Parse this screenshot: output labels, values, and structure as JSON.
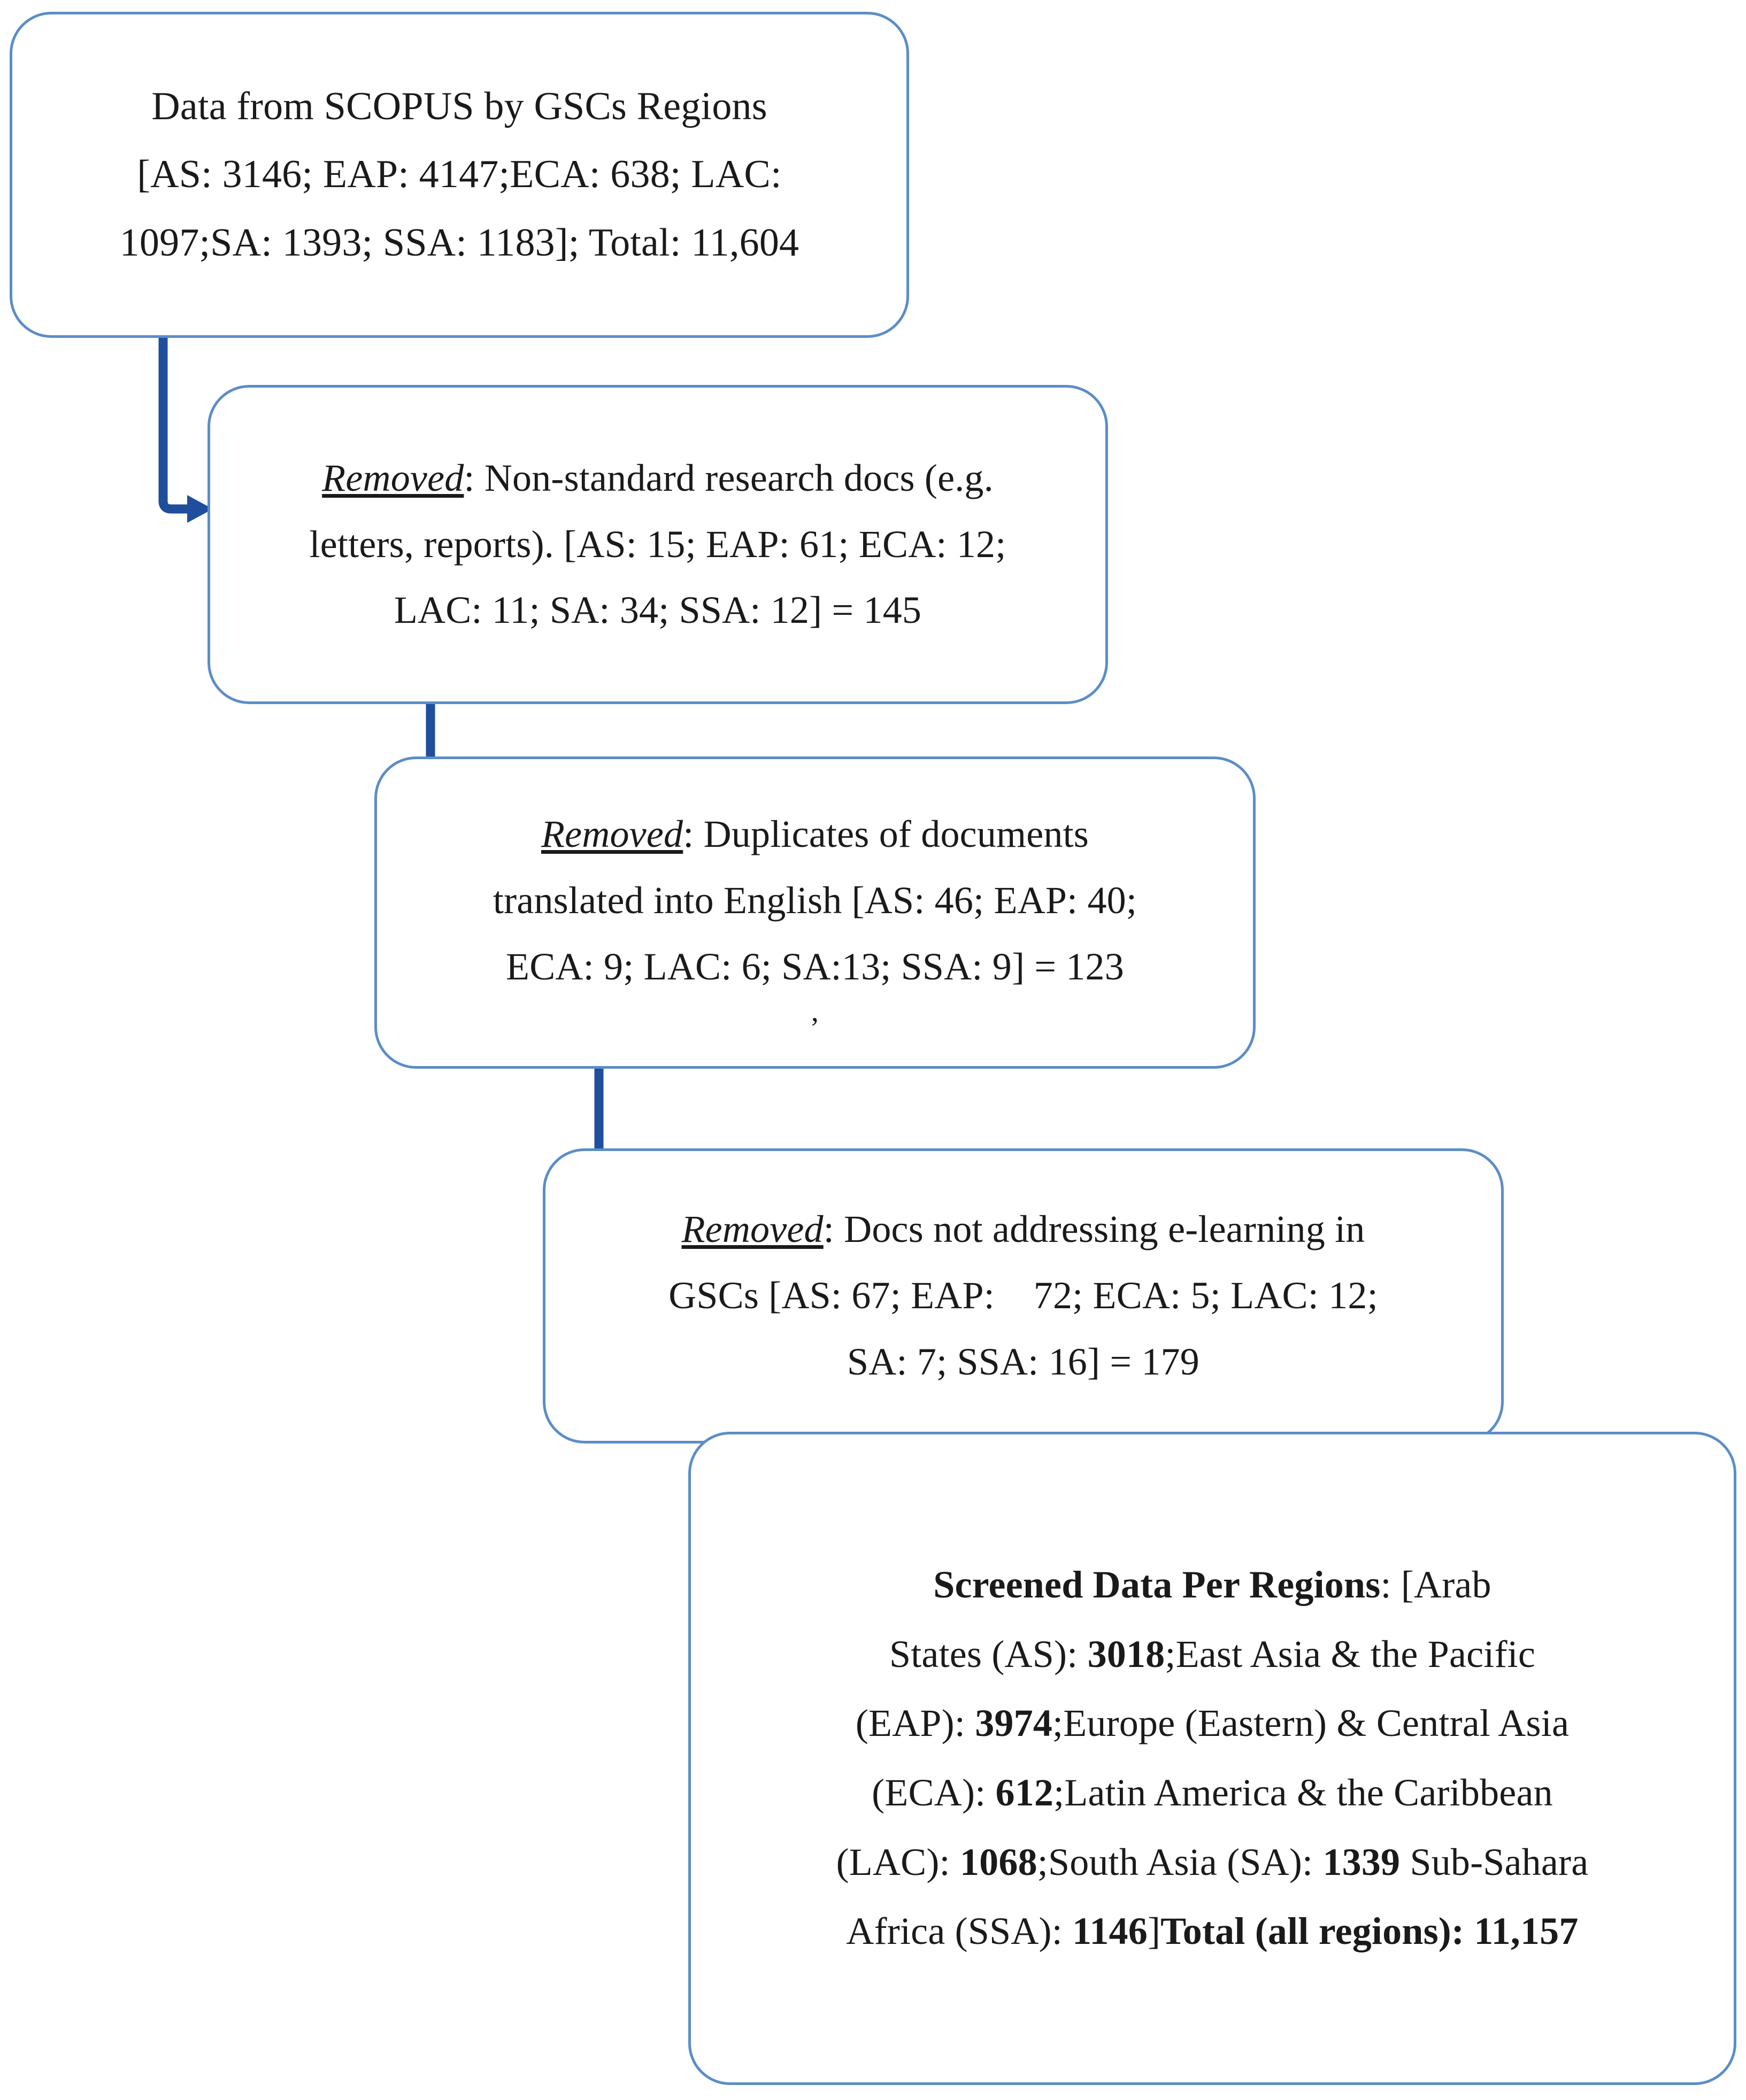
{
  "diagram": {
    "type": "flowchart",
    "title": "Data screening flow for SCOPUS records by GSCs regions",
    "colors": {
      "node_border": "#5B8DC8",
      "node_fill": "#FFFFFF",
      "connector": "#1F4E9C",
      "text": "#1A1A1A"
    },
    "nodes": [
      {
        "id": "source-data",
        "name": "Data from SCOPUS by GSCs Regions",
        "line1": "Data from SCOPUS by GSCs Regions",
        "line2": "[AS: 3146; EAP: 4147;ECA: 638;   LAC:",
        "line3": "1097;SA: 1393; SSA: 1183]; Total: 11,604",
        "regions": {
          "AS": 3146,
          "EAP": 4147,
          "ECA": 638,
          "LAC": 1097,
          "SA": 1393,
          "SSA": 1183
        },
        "total": "11,604"
      },
      {
        "id": "removed-non-standard",
        "label": "Removed",
        "line1_rest": ": Non-standard research docs (e.g.",
        "line2": "letters, reports). [AS: 15; EAP: 61; ECA: 12;",
        "line3": "LAC: 11; SA: 34; SSA: 12] = 145",
        "regions": {
          "AS": 15,
          "EAP": 61,
          "ECA": 12,
          "LAC": 11,
          "SA": 34,
          "SSA": 12
        },
        "total": 145
      },
      {
        "id": "removed-duplicates",
        "label": "Removed",
        "line1_rest": ": Duplicates of documents",
        "line2": "translated into English [AS: 46; EAP: 40;",
        "line3": "ECA: 9; LAC: 6; SA:13; SSA: 9] = 123",
        "line4": ",",
        "regions": {
          "AS": 46,
          "EAP": 40,
          "ECA": 9,
          "LAC": 6,
          "SA": 13,
          "SSA": 9
        },
        "total": 123
      },
      {
        "id": "removed-not-elearning",
        "label": "Removed",
        "line1_rest": ": Docs not addressing e-learning in",
        "line2": "GSCs [AS: 67; EAP:    72; ECA: 5; LAC: 12;",
        "line3": "SA: 7; SSA: 16] = 179",
        "regions": {
          "AS": 67,
          "EAP": 72,
          "ECA": 5,
          "LAC": 12,
          "SA": 7,
          "SSA": 16
        },
        "total": 179
      },
      {
        "id": "screened-data",
        "heading": "Screened Data Per Regions",
        "line1_head": "Screened Data Per Regions",
        "line1_rest": ": [Arab",
        "line2_a": "States (AS): ",
        "line2_v": "3018",
        "line2_b": ";East Asia & the Pacific",
        "line3_a": "(EAP): ",
        "line3_v": "3974",
        "line3_b": ";Europe (Eastern) & Central Asia",
        "line4_a": "(ECA): ",
        "line4_v": "612",
        "line4_b": ";Latin America & the Caribbean",
        "line5_a": "(LAC): ",
        "line5_v": "1068",
        "line5_b": ";South Asia (SA): ",
        "line5_v2": "1339",
        "line5_c": " Sub-Sahara",
        "line6_a": "Africa (SSA): ",
        "line6_v": "1146",
        "line6_b": "]",
        "line6_total_label": "Total (all regions): ",
        "line6_total_value": "11,157",
        "regions": {
          "AS": 3018,
          "EAP": 3974,
          "ECA": 612,
          "LAC": 1068,
          "SA": 1339,
          "SSA": 1146
        },
        "total": "11,157"
      }
    ],
    "connectors": [
      {
        "id": "c1",
        "from": "source-data",
        "to": "removed-non-standard",
        "style": "elbow-down-right-arrow"
      },
      {
        "id": "c2",
        "from": "removed-non-standard",
        "to": "removed-duplicates",
        "style": "elbow-down-right-arrow"
      },
      {
        "id": "c3",
        "from": "removed-duplicates",
        "to": "removed-not-elearning",
        "style": "elbow-down-right-arrow"
      },
      {
        "id": "c4",
        "from": "removed-not-elearning",
        "to": "screened-data",
        "style": "elbow-down-right-arrow"
      }
    ]
  }
}
